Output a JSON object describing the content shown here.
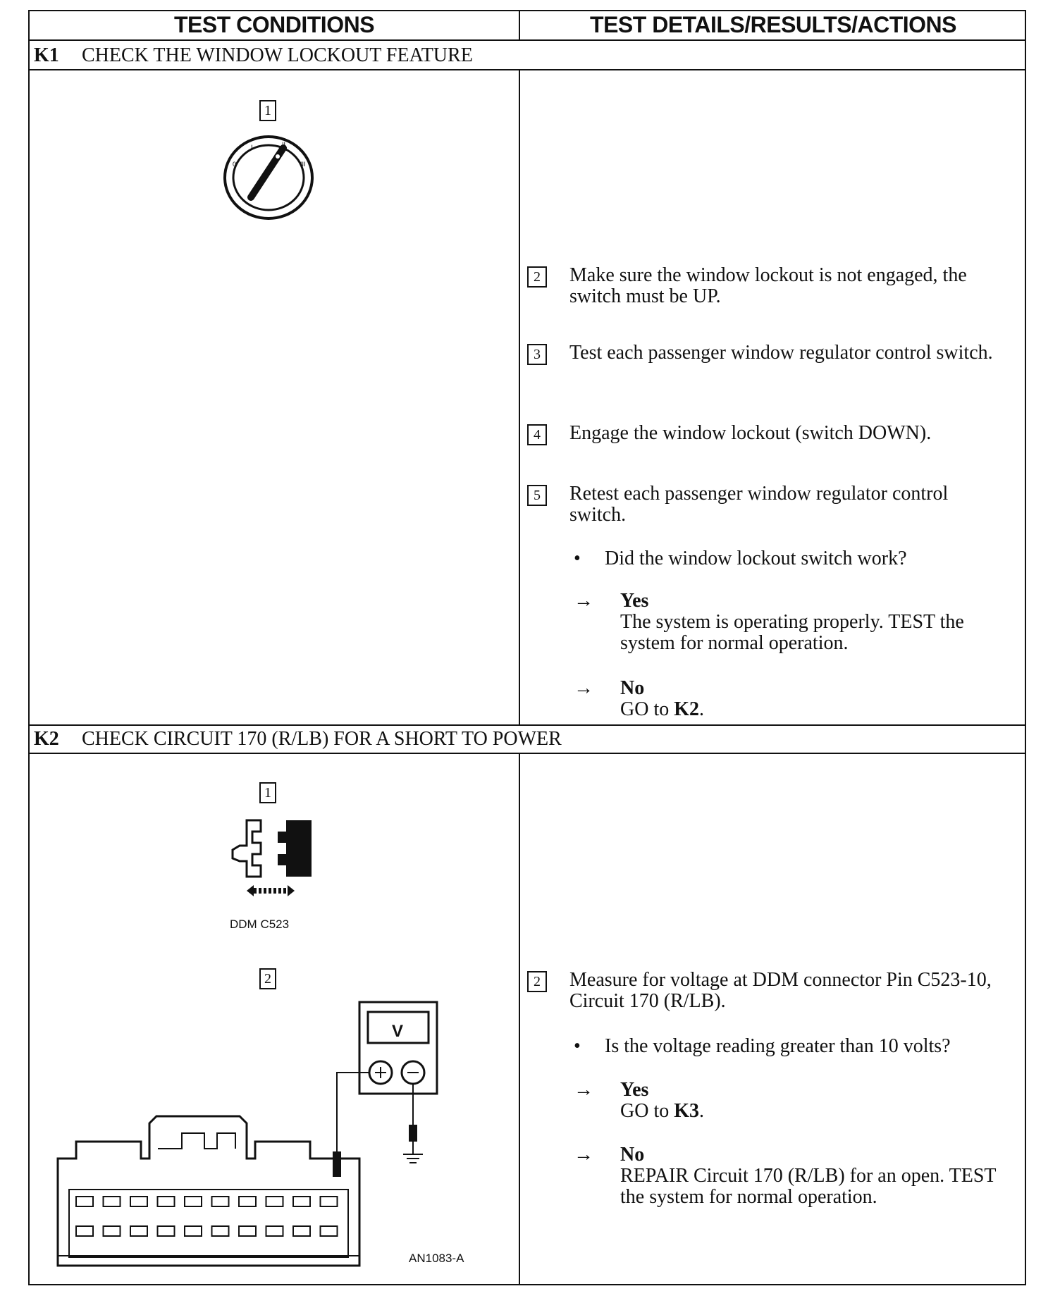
{
  "headers": {
    "conditions": "TEST CONDITIONS",
    "details": "TEST DETAILS/RESULTS/ACTIONS"
  },
  "k1": {
    "id": "K1",
    "title": "CHECK THE WINDOW LOCKOUT FEATURE",
    "figure_number": "1",
    "ignition_icon": "ignition-switch-icon",
    "steps": [
      {
        "num": "2",
        "text": "Make sure the window lockout is not engaged, the switch must be UP."
      },
      {
        "num": "3",
        "text": "Test each passenger window regulator control switch."
      },
      {
        "num": "4",
        "text": "Engage the window lockout (switch DOWN)."
      },
      {
        "num": "5",
        "text": "Retest each passenger window regulator control switch."
      }
    ],
    "question": "Did the window lockout switch work?",
    "yes_label": "Yes",
    "yes_text": "The system is operating properly. TEST the system for normal operation.",
    "no_label": "No",
    "no_text_prefix": "GO to ",
    "no_text_target": "K2",
    "no_text_suffix": "."
  },
  "k2": {
    "id": "K2",
    "title": "CHECK CIRCUIT 170 (R/LB) FOR A SHORT TO POWER",
    "figure1_number": "1",
    "connector_icon": "connector-disconnect-icon",
    "connector_caption": "DDM C523",
    "figure2_number": "2",
    "meter_label": "V",
    "figure_id": "AN1083-A",
    "step": {
      "num": "2",
      "text": "Measure for voltage at DDM connector Pin C523-10, Circuit 170 (R/LB)."
    },
    "question": "Is the voltage reading greater than 10 volts?",
    "yes_label": "Yes",
    "yes_text_prefix": "GO to ",
    "yes_text_target": "K3",
    "yes_text_suffix": ".",
    "no_label": "No",
    "no_text": "REPAIR Circuit 170 (R/LB) for an open. TEST the system for normal operation."
  },
  "symbols": {
    "arrow": "→",
    "bullet": "•"
  }
}
